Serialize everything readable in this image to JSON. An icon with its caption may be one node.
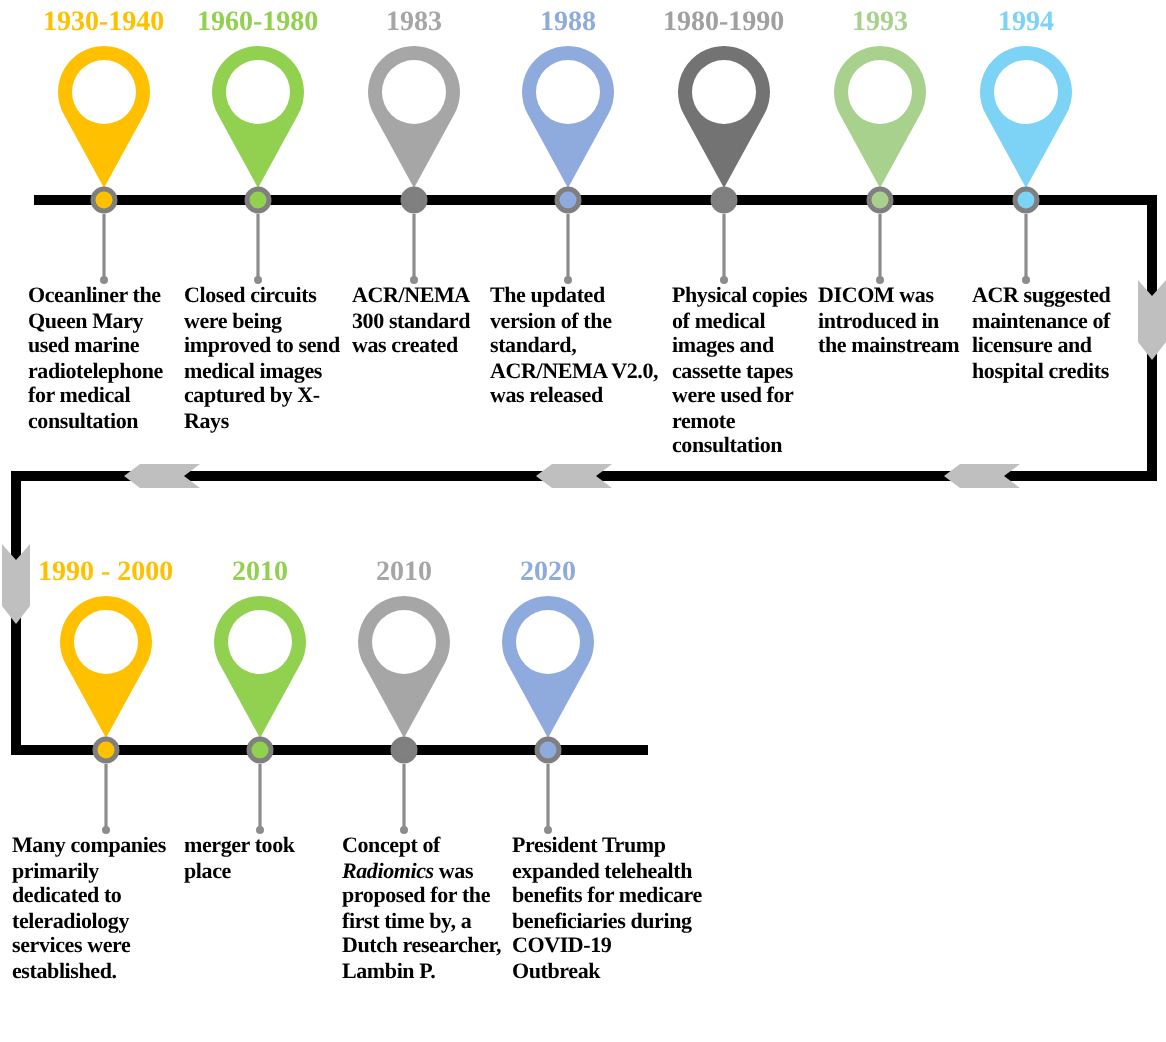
{
  "diagram": {
    "nodes": [
      {
        "text": [
          "1930-1940"
        ]
      },
      {
        "text": [
          "Oceanliner the Queen Mary used marine radiotelephone for medical consultation"
        ]
      },
      {
        "text": [
          "1960-1980"
        ]
      },
      {
        "text": [
          "Closed circuits were being improved to send medical images captured by X-Rays"
        ]
      },
      {
        "text": [
          "1983"
        ]
      },
      {
        "text": [
          "ACR/NEMA 300 standard was created"
        ]
      },
      {
        "text": [
          "1988"
        ]
      },
      {
        "text": [
          "The updated version of the standard, ACR/NEMA V2.0, was released"
        ]
      },
      {
        "text": [
          "1980-1990"
        ]
      },
      {
        "text": [
          "Physical copies of medical images and cassette tapes were used for remote consultation"
        ]
      },
      {
        "text": [
          "1993"
        ]
      },
      {
        "text": [
          "DICOM was introduced in the mainstream"
        ]
      },
      {
        "text": [
          "1994"
        ]
      },
      {
        "text": [
          "ACR suggested maintenance of licensure and hospital credits"
        ]
      },
      {
        "text": [
          "1990 - 2000"
        ]
      },
      {
        "text": [
          "Many companies primarily dedicated to teleradiology services were established."
        ]
      },
      {
        "text": [
          "2010"
        ]
      },
      {
        "text": [
          "merger took place"
        ]
      },
      {
        "text": [
          "2010"
        ]
      },
      {
        "text": [
          "Concept of *Radiomics* was proposed for the first time by, a Dutch researcher, Lambin P."
        ]
      },
      {
        "text": [
          "2020"
        ]
      },
      {
        "text": [
          "President Trump expanded telehealth benefits for medicare beneficiaries during COVID-19 Outbreak"
        ]
      }
    ],
    "edges": [
      {
        "from": 0,
        "to": 1,
        "arrow": "other"
      },
      {
        "from": 2,
        "to": 3,
        "arrow": "other"
      },
      {
        "from": 4,
        "to": 5,
        "arrow": "other"
      },
      {
        "from": 6,
        "to": 7,
        "arrow": "other"
      },
      {
        "from": 8,
        "to": 9,
        "arrow": "other"
      },
      {
        "from": 10,
        "to": 11,
        "arrow": "other"
      },
      {
        "from": 12,
        "to": 13,
        "arrow": "other"
      },
      {
        "from": 14,
        "to": 15,
        "arrow": "other"
      },
      {
        "from": 16,
        "to": 17,
        "arrow": "other"
      },
      {
        "from": 18,
        "to": 19,
        "arrow": "other"
      },
      {
        "from": 20,
        "to": 21,
        "arrow": "other"
      }
    ]
  }
}
